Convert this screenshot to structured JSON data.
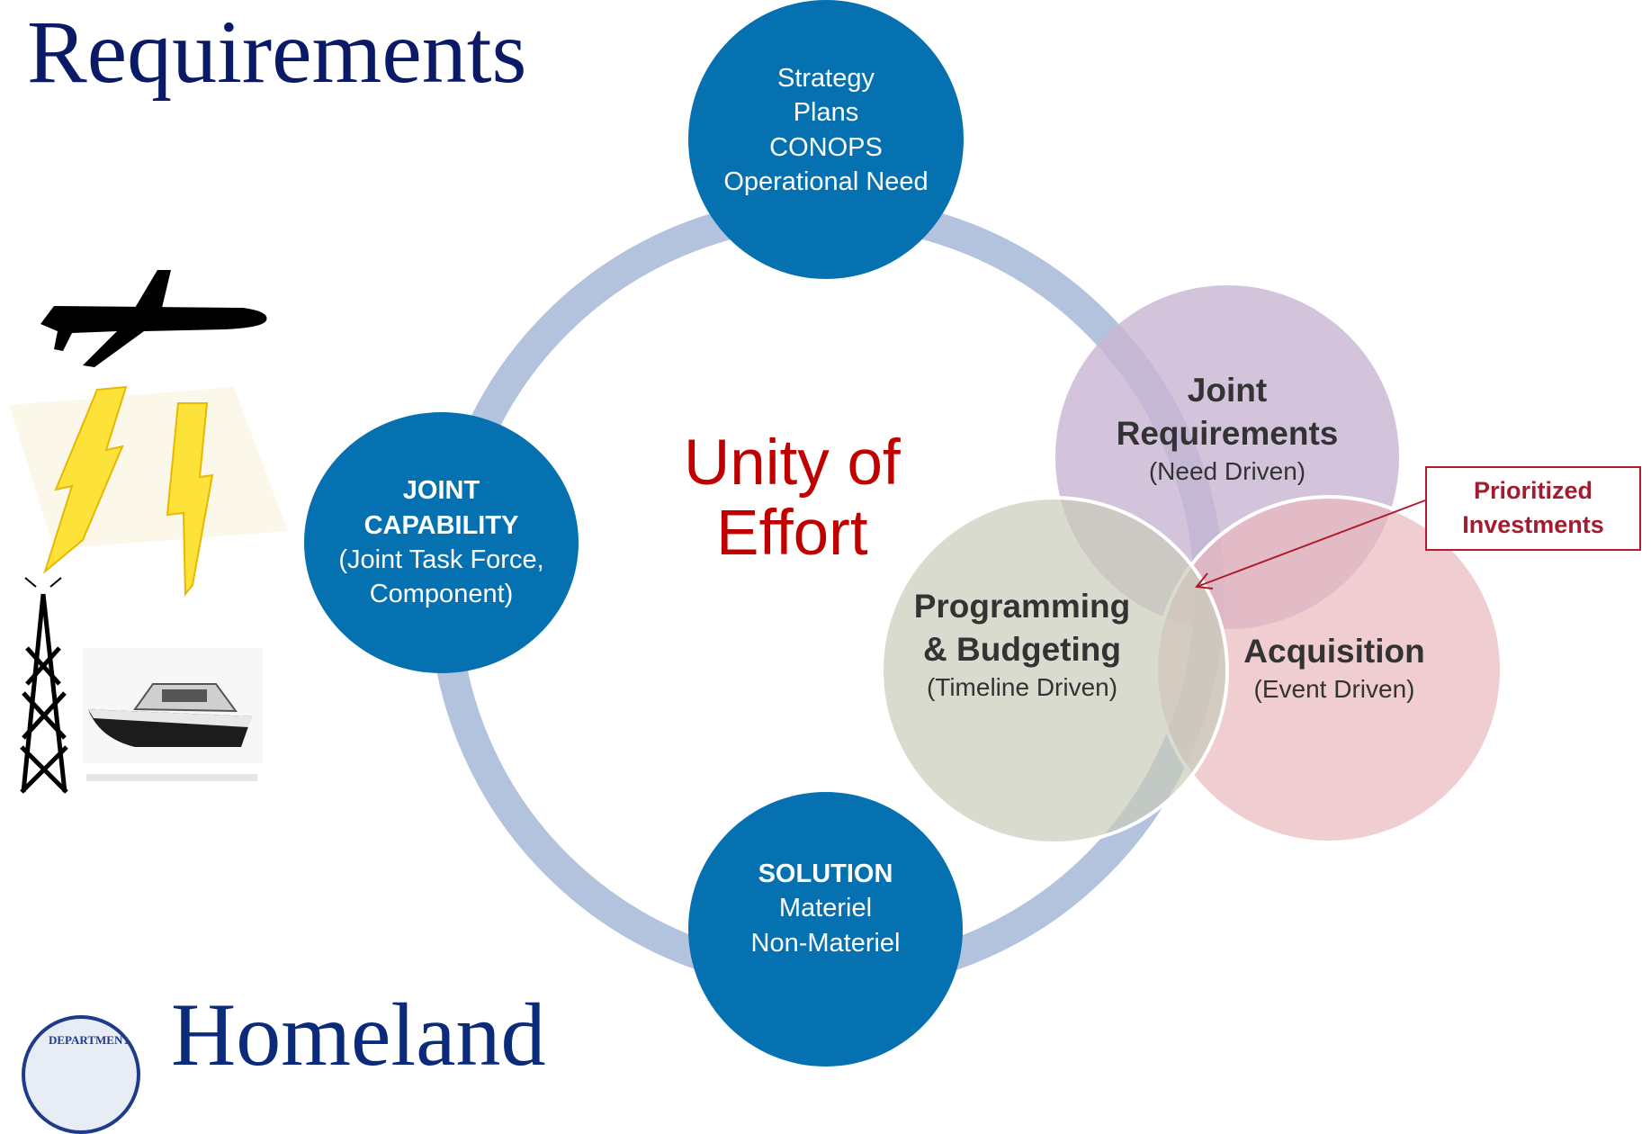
{
  "title": "Requirements",
  "cycle_nodes": {
    "top": {
      "lines": [
        "Strategy",
        "Plans",
        "CONOPS",
        "Operational Need"
      ]
    },
    "left": {
      "bold_lines": [
        "JOINT",
        "CAPABILITY"
      ],
      "lines": [
        "(Joint Task Force,",
        "Component)"
      ]
    },
    "bottom": {
      "bold_lines": [
        "SOLUTION"
      ],
      "lines": [
        "Materiel",
        "Non-Materiel"
      ]
    }
  },
  "center_text": [
    "Unity of",
    "Effort"
  ],
  "venn": {
    "joint_requirements": {
      "title_lines": [
        "Joint",
        "Requirements"
      ],
      "sub": "(Need Driven)"
    },
    "programming_budgeting": {
      "title_lines": [
        "Programming",
        "& Budgeting"
      ],
      "sub": "(Timeline Driven)"
    },
    "acquisition": {
      "title_lines": [
        "Acquisition"
      ],
      "sub": "(Event Driven)"
    }
  },
  "callout": [
    "Prioritized",
    "Investments"
  ],
  "footer": {
    "seal_text": "DEPARTMENT",
    "org_text": "Homeland"
  },
  "colors": {
    "title": "#0a1a66",
    "node_blue": "#0571b1",
    "ring": "#b3c3dd",
    "center_text": "#c00000",
    "venn_purple": "#c8b5d3",
    "venn_green": "#c9ccba",
    "venn_pink": "#e8b8bc",
    "callout": "#a31c2e"
  },
  "icons": [
    "airplane-icon",
    "lightning-icon",
    "radio-tower-icon",
    "boat-icon"
  ]
}
